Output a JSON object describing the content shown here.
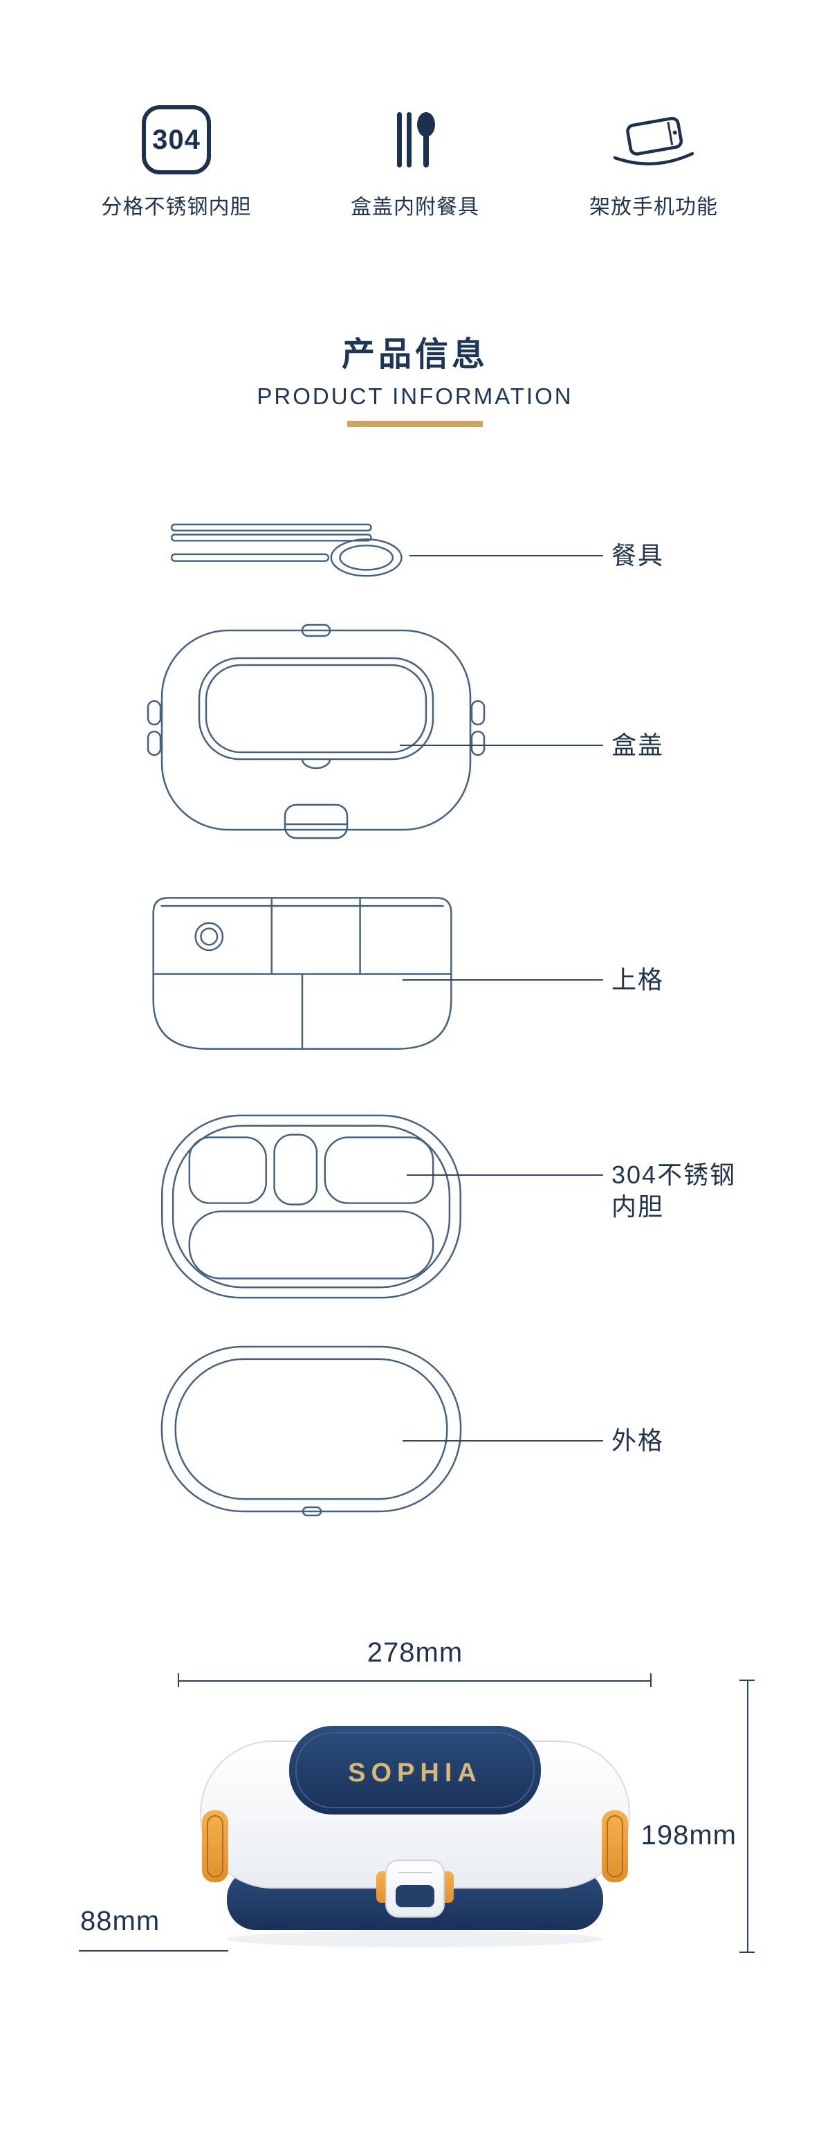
{
  "colors": {
    "navy_text": "#1d3557",
    "line_art": "#46617d",
    "gold_accent": "#c9a567",
    "clip_gold": "#efa23b",
    "product_navy": "#22406e"
  },
  "features": {
    "items": [
      {
        "icon": "steel-304-badge-icon",
        "badge_text": "304",
        "label": "分格不锈钢内胆"
      },
      {
        "icon": "chopsticks-spoon-icon",
        "label": "盒盖内附餐具"
      },
      {
        "icon": "phone-stand-icon",
        "label": "架放手机功能"
      }
    ]
  },
  "header": {
    "title": "产品信息",
    "subtitle": "PRODUCT INFORMATION"
  },
  "diagram": {
    "parts": [
      {
        "key": "cutlery",
        "label": "餐具"
      },
      {
        "key": "lid",
        "label": "盒盖"
      },
      {
        "key": "upper-tier",
        "label": "上格"
      },
      {
        "key": "steel-liner",
        "label": "304不锈钢内胆"
      },
      {
        "key": "outer-shell",
        "label": "外格"
      }
    ]
  },
  "dimensions": {
    "width": "278mm",
    "height": "198mm",
    "depth": "88mm"
  },
  "product": {
    "brand": "SOPHIA"
  }
}
